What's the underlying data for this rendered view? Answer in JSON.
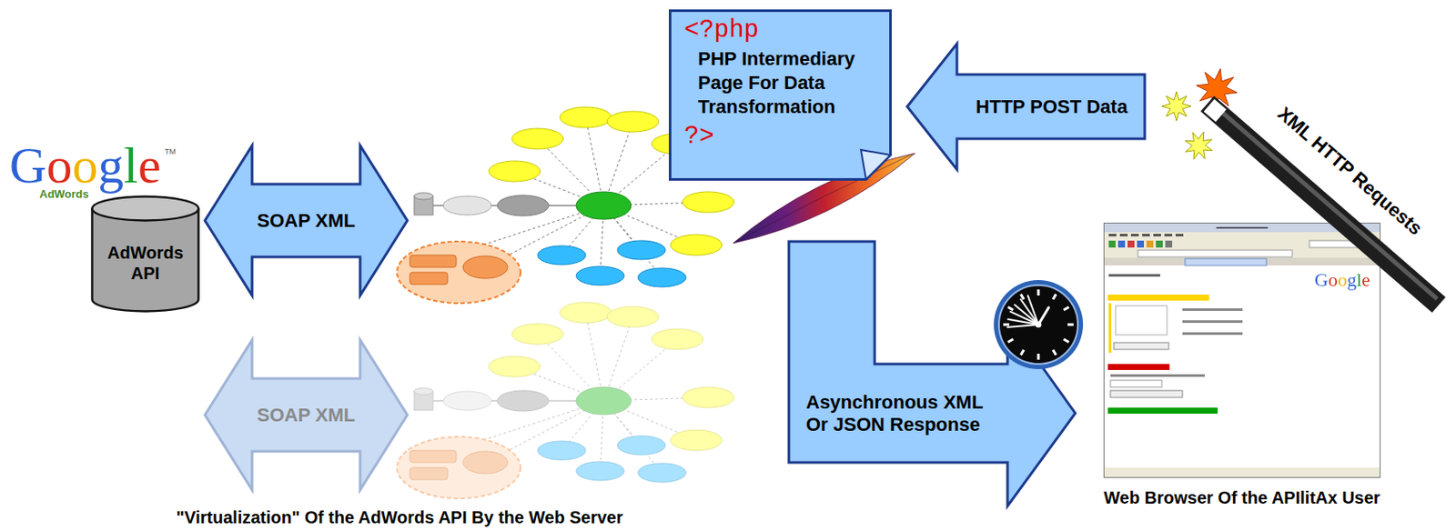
{
  "diagram": {
    "caption": "\"Virtualization\" Of the AdWords API By the Web Server",
    "nodes": [
      {
        "text": [
          "AdWords API"
        ]
      },
      {
        "text": [
          "SOAP XML"
        ]
      },
      {
        "text": [
          "SOAP XML"
        ]
      },
      {
        "text": [
          "<?php",
          "PHP Intermediary Page For Data Transformation",
          "?>"
        ]
      },
      {
        "text": [
          "HTTP POST Data"
        ]
      },
      {
        "text": [
          "Asynchronous XML Or JSON Response"
        ]
      },
      {
        "text": [
          "Web Browser Of the APIlitAx User"
        ]
      }
    ],
    "labels": [
      "Google",
      "AdWords",
      "TM",
      "XML HTTP Requests",
      "Google"
    ]
  }
}
